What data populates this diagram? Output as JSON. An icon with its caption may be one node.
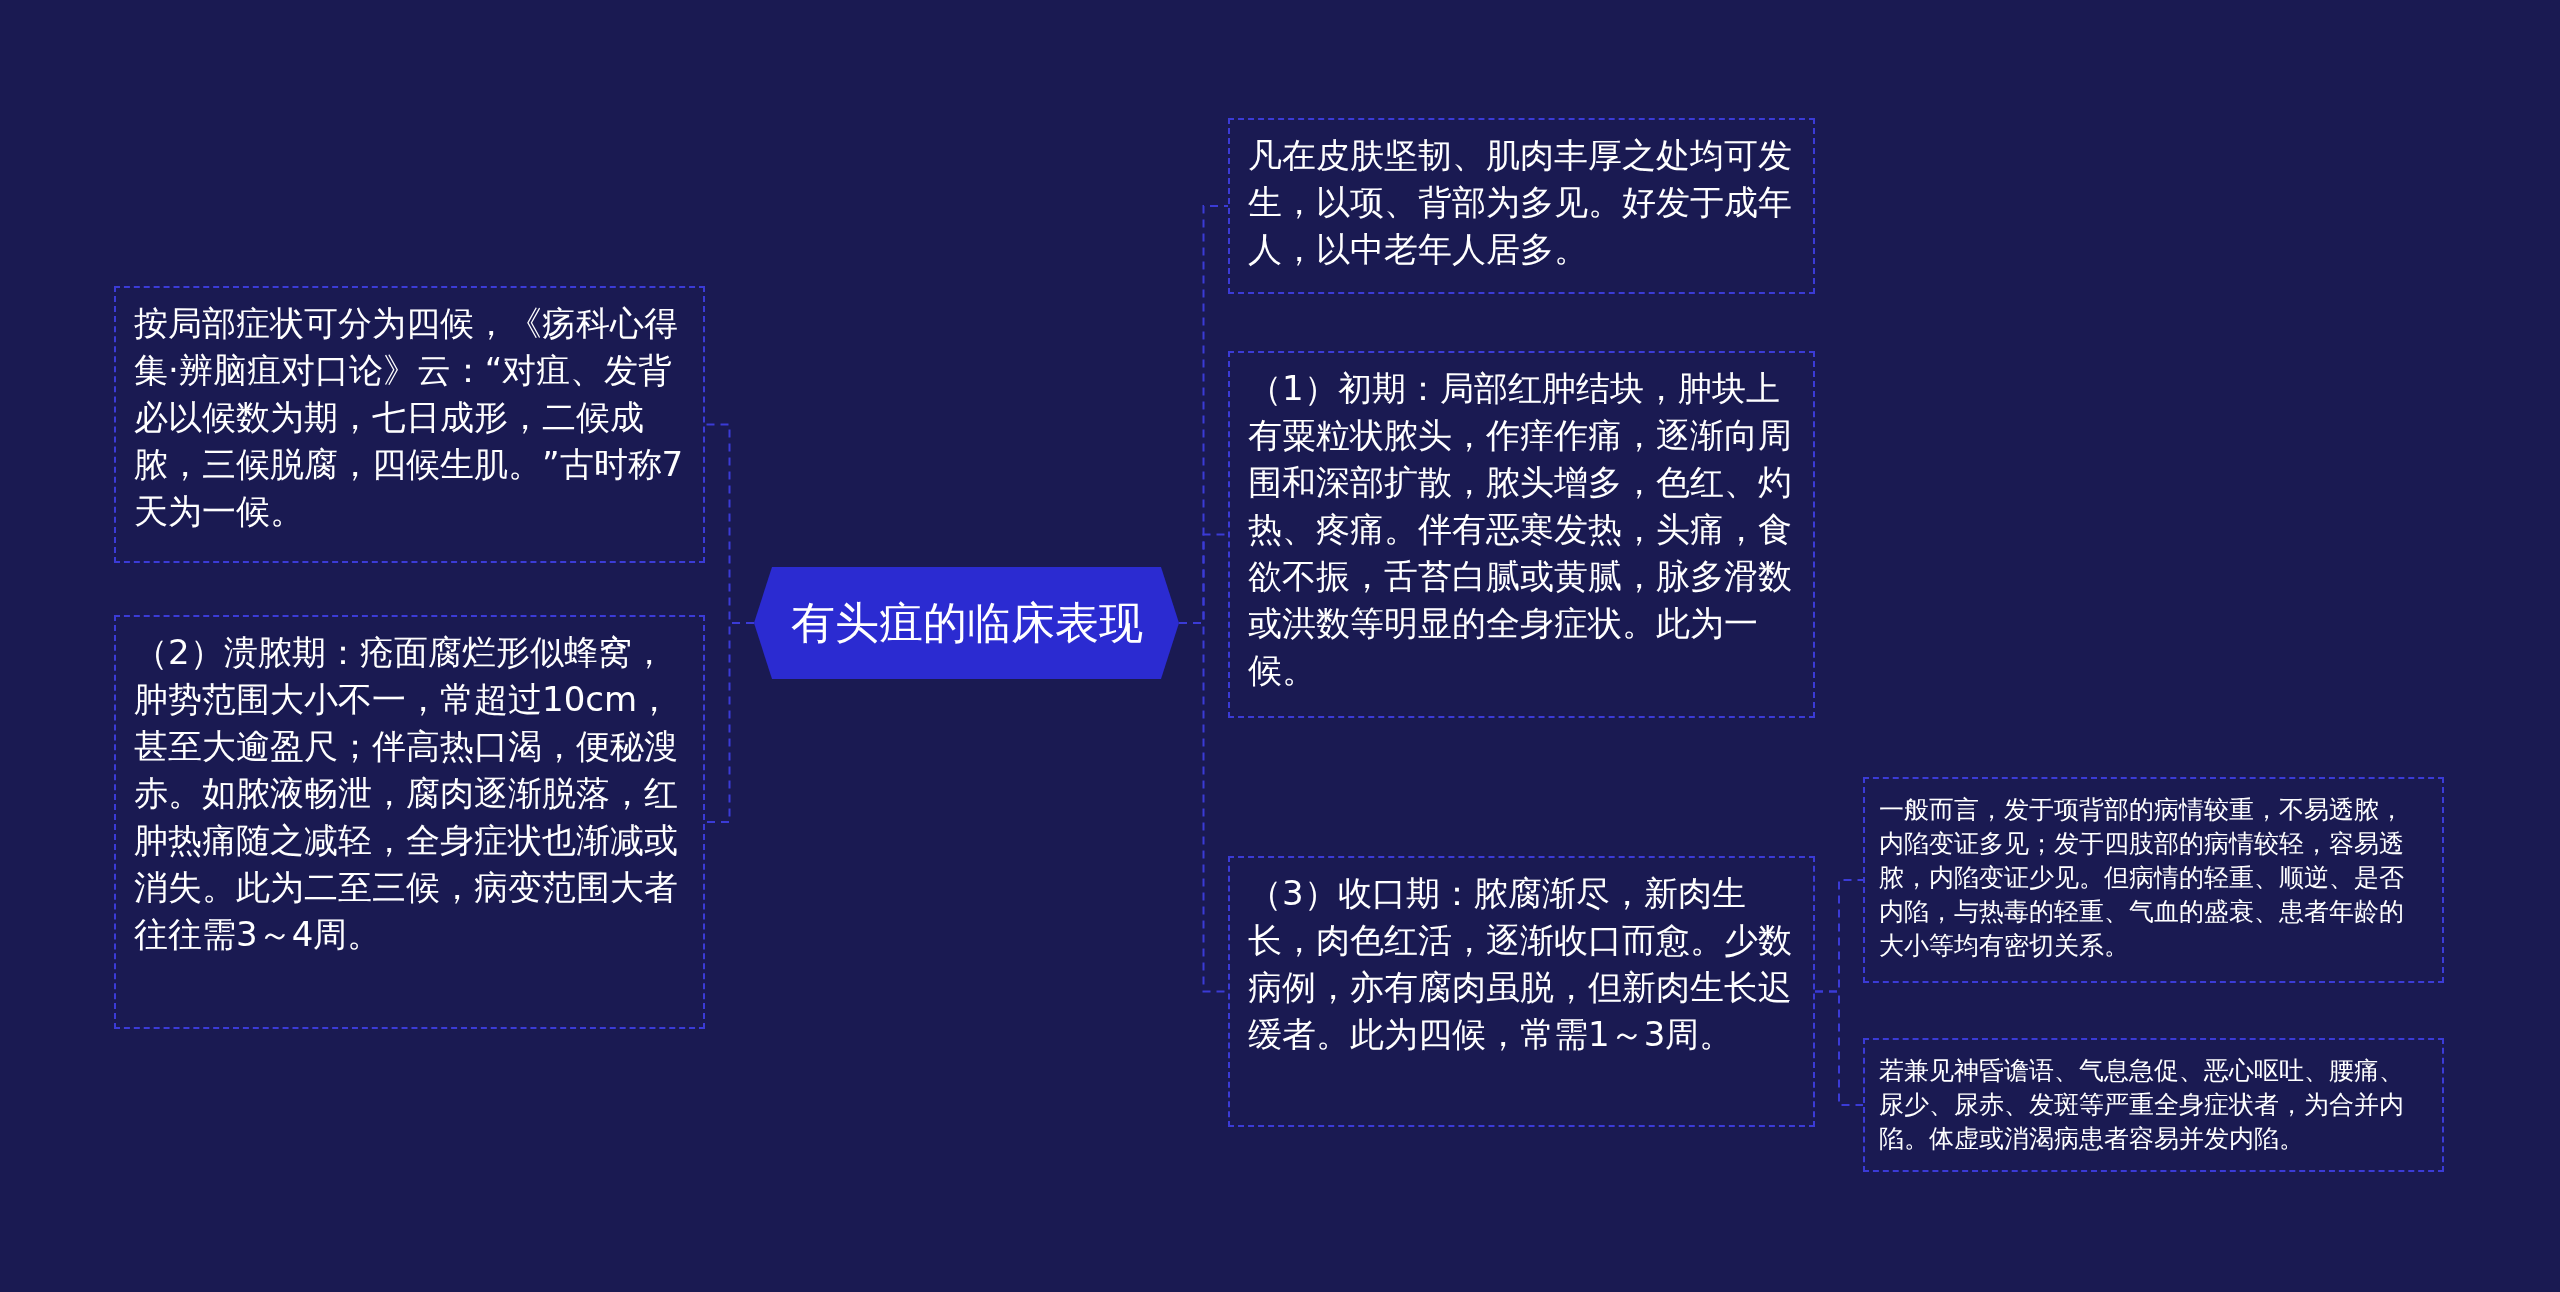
{
  "diagram": {
    "nodes": [
      {
        "text": [
          "有头疽的临床表现"
        ]
      },
      {
        "text": [
          "按局部症状可分为四候，《疡科心得集·辨脑疽对口论》云：“对疽、发背必以候数为期，七日成形，二候成脓，三候脱腐，四候生肌。”古时称7天为一候。"
        ]
      },
      {
        "text": [
          "（2）溃脓期：疮面腐烂形似蜂窝，肿势范围大小不一，常超过10cm，甚至大逾盈尺；伴高热口渴，便秘溲赤。如脓液畅泄，腐肉逐渐脱落，红肿热痛随之减轻，全身症状也渐减或消失。此为二至三候，病变范围大者往往需3～4周。"
        ]
      },
      {
        "text": [
          "凡在皮肤坚韧、肌肉丰厚之处均可发生，以项、背部为多见。好发于成年人，以中老年人居多。"
        ]
      },
      {
        "text": [
          "（1）初期：局部红肿结块，肿块上有粟粒状脓头，作痒作痛，逐渐向周围和深部扩散，脓头增多，色红、灼热、疼痛。伴有恶寒发热，头痛，食欲不振，舌苔白腻或黄腻，脉多滑数或洪数等明显的全身症状。此为一候。"
        ]
      },
      {
        "text": [
          "（3）收口期：脓腐渐尽，新肉生长，肉色红活，逐渐收口而愈。少数病例，亦有腐肉虽脱，但新肉生长迟缓者。此为四候，常需1～3周。"
        ]
      },
      {
        "text": [
          "一般而言，发于项背部的病情较重，不易透脓，内陷变证多见；发于四肢部的病情较轻，容易透脓，内陷变证少见。但病情的轻重、顺逆、是否内陷，与热毒的轻重、气血的盛衰、患者年龄的大小等均有密切关系。"
        ]
      },
      {
        "text": [
          "若兼见神昏谵语、气息急促、恶心呕吐、腰痛、尿少、尿赤、发斑等严重全身症状者，为合并内陷。体虚或消渴病患者容易并发内陷。"
        ]
      }
    ],
    "edges": [
      {
        "from": 0,
        "to": 1,
        "arrow": "none",
        "style": "dashed"
      },
      {
        "from": 0,
        "to": 2,
        "arrow": "none",
        "style": "dashed"
      },
      {
        "from": 0,
        "to": 3,
        "arrow": "none",
        "style": "dashed"
      },
      {
        "from": 0,
        "to": 4,
        "arrow": "none",
        "style": "dashed"
      },
      {
        "from": 0,
        "to": 5,
        "arrow": "none",
        "style": "dashed"
      },
      {
        "from": 5,
        "to": 6,
        "arrow": "none",
        "style": "dashed"
      },
      {
        "from": 5,
        "to": 7,
        "arrow": "none",
        "style": "dashed"
      }
    ]
  }
}
